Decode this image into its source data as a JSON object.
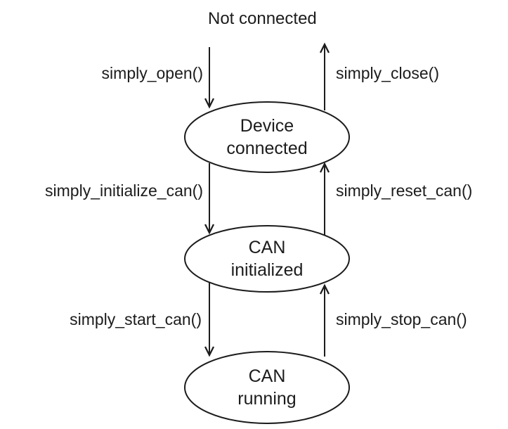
{
  "diagram": {
    "background": "#ffffff",
    "line_color": "#1c1c1c",
    "text_color": "#1c1c1c",
    "start_label": "Not connected",
    "states": [
      {
        "name": "device-connected",
        "label": "Device\nconnected"
      },
      {
        "name": "can-initialized",
        "label": "CAN\ninitialized"
      },
      {
        "name": "can-running",
        "label": "CAN\nrunning"
      }
    ],
    "transitions": [
      {
        "name": "simply-open",
        "label": "simply_open()",
        "from": "Not connected",
        "to": "Device connected",
        "direction": "down"
      },
      {
        "name": "simply-close",
        "label": "simply_close()",
        "from": "Device connected",
        "to": "Not connected",
        "direction": "up"
      },
      {
        "name": "simply-initialize-can",
        "label": "simply_initialize_can()",
        "from": "Device connected",
        "to": "CAN initialized",
        "direction": "down"
      },
      {
        "name": "simply-reset-can",
        "label": "simply_reset_can()",
        "from": "CAN initialized",
        "to": "Device connected",
        "direction": "up"
      },
      {
        "name": "simply-start-can",
        "label": "simply_start_can()",
        "from": "CAN initialized",
        "to": "CAN running",
        "direction": "down"
      },
      {
        "name": "simply-stop-can",
        "label": "simply_stop_can()",
        "from": "CAN running",
        "to": "CAN initialized",
        "direction": "up"
      }
    ]
  }
}
